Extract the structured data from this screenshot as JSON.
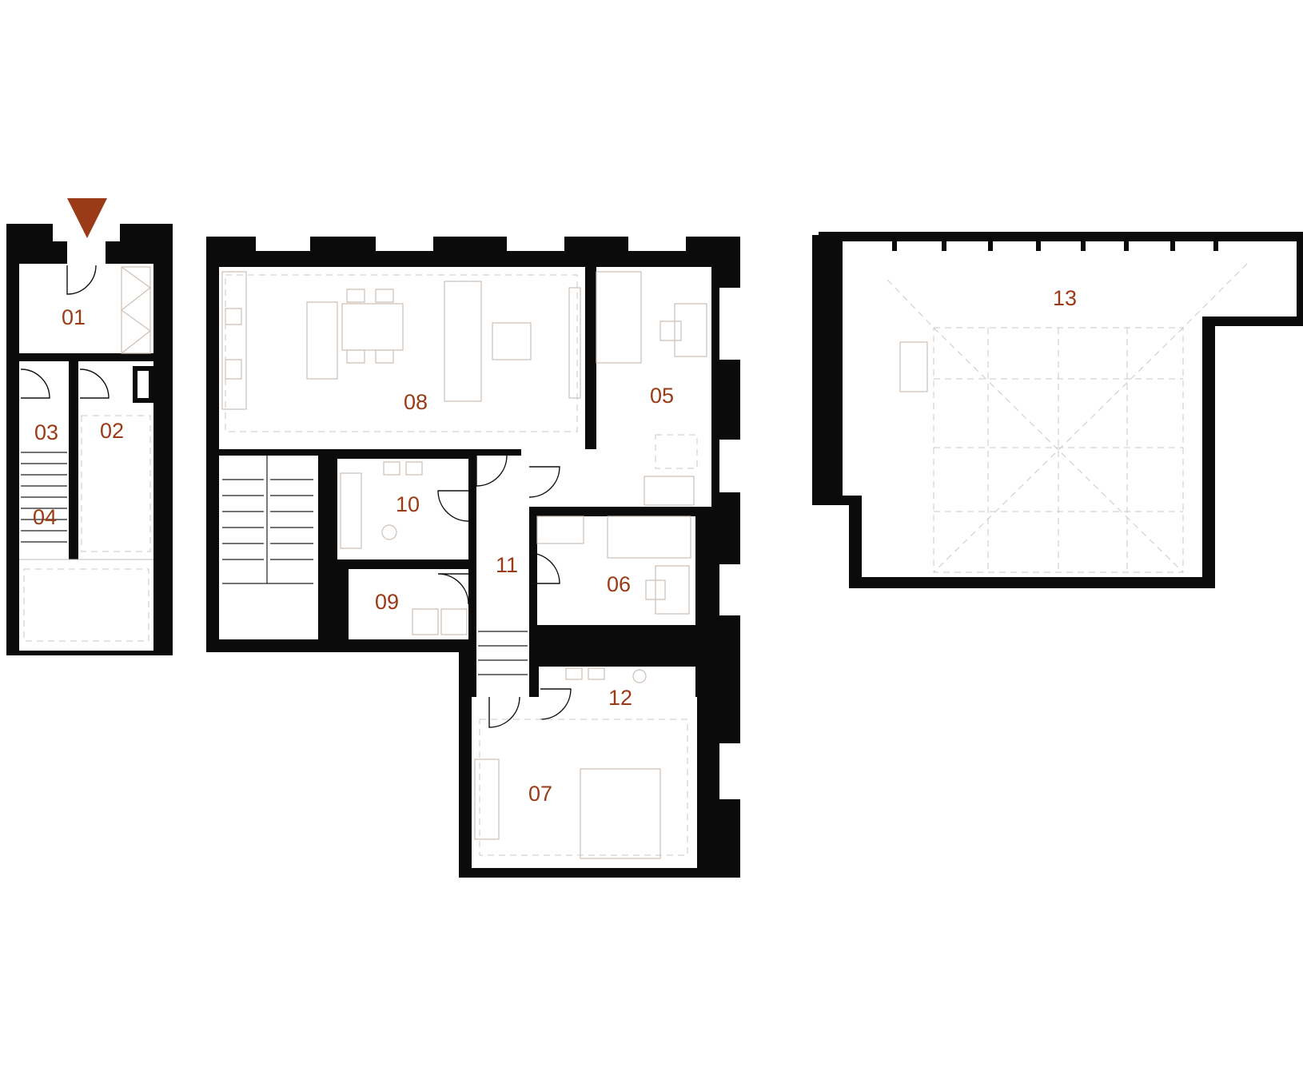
{
  "colors": {
    "walls": "#0b0b0b",
    "background": "#ffffff",
    "labels": "#9a3a16",
    "entrance_marker": "#9a3a16",
    "furniture": "#cdbfb4"
  },
  "entrance_marker": {
    "icon": "entrance-triangle-icon"
  },
  "rooms": [
    {
      "id": "01",
      "label": "01"
    },
    {
      "id": "02",
      "label": "02"
    },
    {
      "id": "03",
      "label": "03"
    },
    {
      "id": "04",
      "label": "04"
    },
    {
      "id": "05",
      "label": "05"
    },
    {
      "id": "06",
      "label": "06"
    },
    {
      "id": "07",
      "label": "07"
    },
    {
      "id": "08",
      "label": "08"
    },
    {
      "id": "09",
      "label": "09"
    },
    {
      "id": "10",
      "label": "10"
    },
    {
      "id": "11",
      "label": "11"
    },
    {
      "id": "12",
      "label": "12"
    },
    {
      "id": "13",
      "label": "13"
    }
  ]
}
